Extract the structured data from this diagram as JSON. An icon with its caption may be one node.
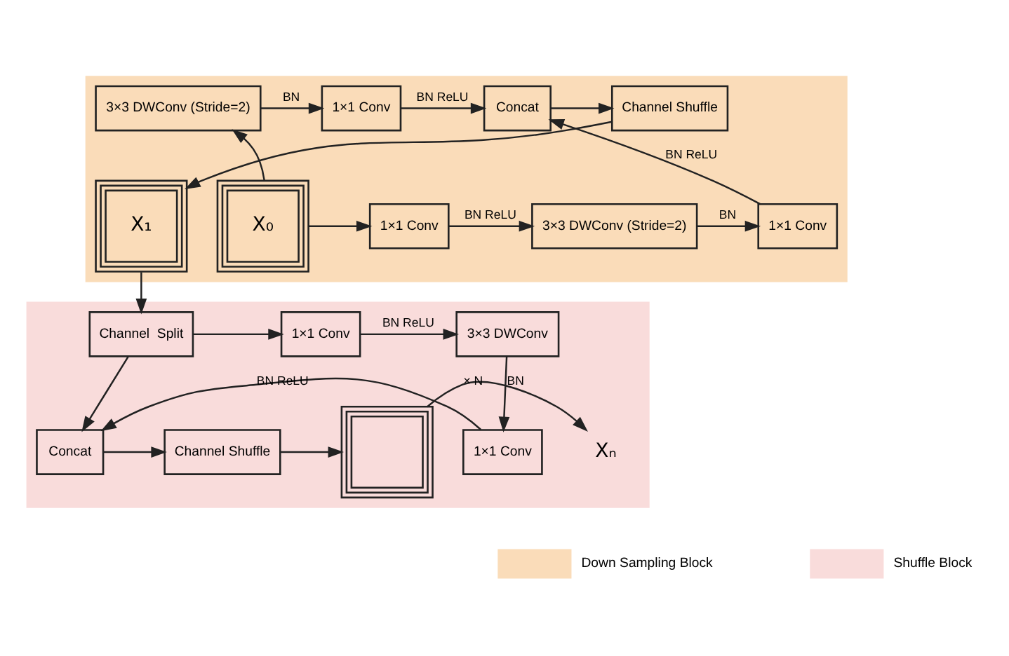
{
  "diagram": {
    "nodes": [
      {
        "text": [],
        "shape": "box"
      },
      {
        "text": [],
        "shape": "box"
      },
      {
        "text": [
          "X₀"
        ],
        "in": 0
      },
      {
        "text": [
          "3×3 DWConv (Stride=2)"
        ],
        "in": 0
      },
      {
        "text": [
          "1×1 Conv"
        ],
        "in": 0
      },
      {
        "text": [
          "Concat"
        ],
        "in": 0
      },
      {
        "text": [
          "Channel Shuffle"
        ],
        "in": 0
      },
      {
        "text": [
          "1×1 Conv"
        ],
        "in": 0
      },
      {
        "text": [
          "3×3 DWConv (Stride=2)"
        ],
        "in": 0
      },
      {
        "text": [
          "1×1 Conv"
        ],
        "in": 0
      },
      {
        "text": [
          "X₁"
        ],
        "in": 0
      },
      {
        "text": [
          "Channel  Split"
        ],
        "in": 1
      },
      {
        "text": [
          "1×1 Conv"
        ],
        "in": 1
      },
      {
        "text": [
          "3×3 DWConv"
        ],
        "in": 1
      },
      {
        "text": [
          "1×1 Conv"
        ],
        "in": 1
      },
      {
        "text": [
          "Concat"
        ],
        "in": 1
      },
      {
        "text": [
          "Channel Shuffle"
        ],
        "in": 1
      },
      {
        "text": [],
        "shape": "box",
        "in": 1
      },
      {
        "text": [
          "Xₙ"
        ],
        "in": 1
      }
    ],
    "edges": [
      {
        "from": 2,
        "to": 3,
        "arrow": "to"
      },
      {
        "from": 2,
        "to": 7,
        "arrow": "to"
      },
      {
        "from": 3,
        "to": 4,
        "arrow": "to",
        "label": "BN"
      },
      {
        "from": 4,
        "to": 5,
        "arrow": "to",
        "label": "BN ReLU"
      },
      {
        "from": 7,
        "to": 8,
        "arrow": "to",
        "label": "BN ReLU"
      },
      {
        "from": 8,
        "to": 9,
        "arrow": "to",
        "label": "BN"
      },
      {
        "from": 9,
        "to": 5,
        "arrow": "to",
        "label": "BN ReLU"
      },
      {
        "from": 5,
        "to": 6,
        "arrow": "to"
      },
      {
        "from": 6,
        "to": 10,
        "arrow": "to"
      },
      {
        "from": 10,
        "to": 11,
        "arrow": "to"
      },
      {
        "from": 11,
        "to": 12,
        "arrow": "to"
      },
      {
        "from": 12,
        "to": 13,
        "arrow": "to",
        "label": "BN ReLU"
      },
      {
        "from": 13,
        "to": 14,
        "arrow": "to",
        "label": "BN"
      },
      {
        "from": 14,
        "to": 15,
        "arrow": "to",
        "label": "BN ReLU"
      },
      {
        "from": 11,
        "to": 15,
        "arrow": "to"
      },
      {
        "from": 15,
        "to": 16,
        "arrow": "to"
      },
      {
        "from": 16,
        "to": 17,
        "arrow": "to"
      },
      {
        "from": 17,
        "to": 18,
        "arrow": "to",
        "label": "× N"
      }
    ],
    "legend": [
      {
        "text": "Down Sampling Block",
        "color": "#fadcb9"
      },
      {
        "text": "Shuffle Block",
        "color": "#f9dcdb"
      }
    ]
  }
}
